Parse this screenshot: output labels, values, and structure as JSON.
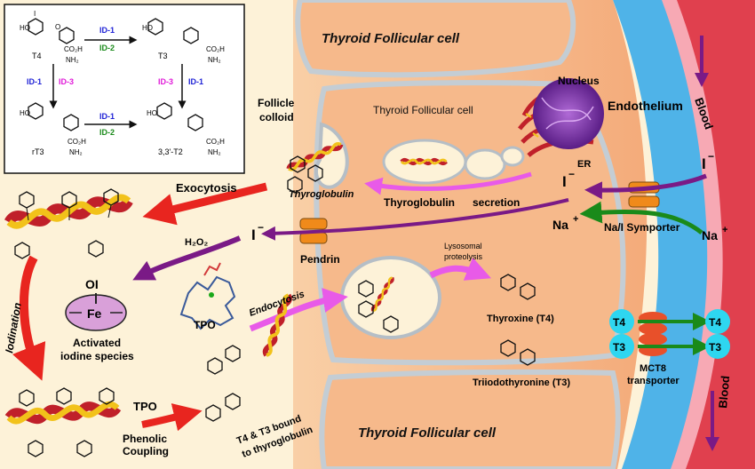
{
  "labels": {
    "cell_top": "Thyroid Follicular cell",
    "cell_mid": "Thyroid Follicular cell",
    "cell_bottom": "Thyroid Follicular cell",
    "follicle_colloid_1": "Follicle",
    "follicle_colloid_2": "colloid",
    "nucleus": "Nucleus",
    "endothelium": "Endothelium",
    "er": "ER",
    "blood_top": "Blood",
    "blood_bottom": "Blood",
    "thyroglobulin": "Thyroglobulin",
    "tg_secretion_1": "Thyroglobulin",
    "tg_secretion_2": "secretion",
    "exocytosis": "Exocytosis",
    "h2o2": "H₂O₂",
    "iodide": "I",
    "iodide_charge": "−",
    "pendrin": "Pendrin",
    "na_i_symporter": "Na/I Symporter",
    "na": "Na",
    "na_charge": "+",
    "tpo_1": "TPO",
    "tpo_2": "TPO",
    "iodination": "Iodination",
    "fe": "Fe",
    "oi": "OI",
    "activated_1": "Activated",
    "activated_2": "iodine species",
    "endocytosis": "Endocytosis",
    "lysosomal_1": "Lysosomal",
    "lysosomal_2": "proteolysis",
    "thyroxine": "Thyroxine (T4)",
    "triiodothyronine": "Triiodothyronine (T3)",
    "phenolic_1": "Phenolic",
    "phenolic_2": "Coupling",
    "bound_1": "T4 & T3 bound",
    "bound_2": "to thyroglobulin",
    "mct8_1": "MCT8",
    "mct8_2": "transporter",
    "t4": "T4",
    "t3": "T3"
  },
  "inset": {
    "t4": "T4",
    "t3": "T3",
    "rt3": "rT3",
    "t2": "3,3'-T2",
    "id1": "ID-1",
    "id2": "ID-2",
    "id3": "ID-3",
    "co2h": "CO₂H",
    "nh2": "NH₂",
    "ho": "HO",
    "i": "I",
    "o": "O"
  },
  "colors": {
    "colloid": "#fdf2d8",
    "cell": "#f6b98b",
    "cell_outline": "#c4cdd4",
    "endothelium": "#4fb3e8",
    "blood": "#e0404e",
    "membrane_protein": "#f08a1a",
    "arrow_red": "#e8251f",
    "arrow_purple": "#7a1a86",
    "arrow_magenta": "#e85ae8",
    "arrow_green": "#1a8a1a",
    "id1_blue": "#1f22d6",
    "id2_green": "#1a8a1a",
    "id3_magenta": "#e01ad8",
    "hormone_cyan": "#2ed6f0"
  }
}
